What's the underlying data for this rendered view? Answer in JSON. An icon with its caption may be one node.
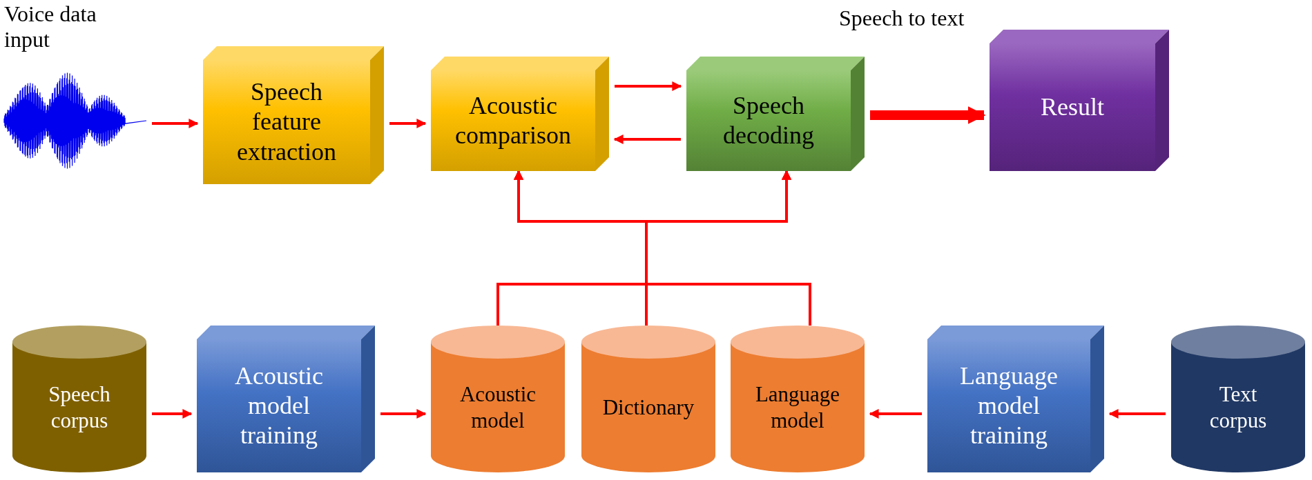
{
  "diagram": {
    "nodes": [
      {
        "text": [],
        "shape": "picture",
        "beside": [
          "Voice data input"
        ]
      },
      {
        "text": [
          "Speech feature extraction"
        ]
      },
      {
        "text": [
          "Acoustic comparison"
        ]
      },
      {
        "text": [
          "Speech decoding"
        ]
      },
      {
        "text": [
          "Result"
        ]
      },
      {
        "text": [
          "Speech corpus"
        ]
      },
      {
        "text": [
          "Acoustic model training"
        ]
      },
      {
        "text": [
          "Acoustic model"
        ]
      },
      {
        "text": [
          "Dictionary"
        ]
      },
      {
        "text": [
          "Language model"
        ]
      },
      {
        "text": [
          "Language model training"
        ]
      },
      {
        "text": [
          "Text corpus"
        ]
      }
    ],
    "edges": [
      {
        "from": 0,
        "to": 1,
        "arrow": "to"
      },
      {
        "from": 1,
        "to": 2,
        "arrow": "to"
      },
      {
        "from": 2,
        "to": 3,
        "arrow": "to"
      },
      {
        "from": 3,
        "to": 2,
        "arrow": "to"
      },
      {
        "from": 3,
        "to": 4,
        "arrow": "to",
        "style": "thick"
      },
      {
        "from": 7,
        "to": 2,
        "arrow": "to"
      },
      {
        "from": 7,
        "to": 3,
        "arrow": "to"
      },
      {
        "from": 8,
        "to": 2,
        "arrow": "to"
      },
      {
        "from": 8,
        "to": 3,
        "arrow": "to"
      },
      {
        "from": 9,
        "to": 2,
        "arrow": "to"
      },
      {
        "from": 9,
        "to": 3,
        "arrow": "to"
      },
      {
        "from": 5,
        "to": 6,
        "arrow": "to"
      },
      {
        "from": 6,
        "to": 7,
        "arrow": "to"
      },
      {
        "from": 10,
        "to": 9,
        "arrow": "to"
      },
      {
        "from": 11,
        "to": 10,
        "arrow": "to"
      }
    ],
    "labels": [
      "Speech to text"
    ]
  }
}
